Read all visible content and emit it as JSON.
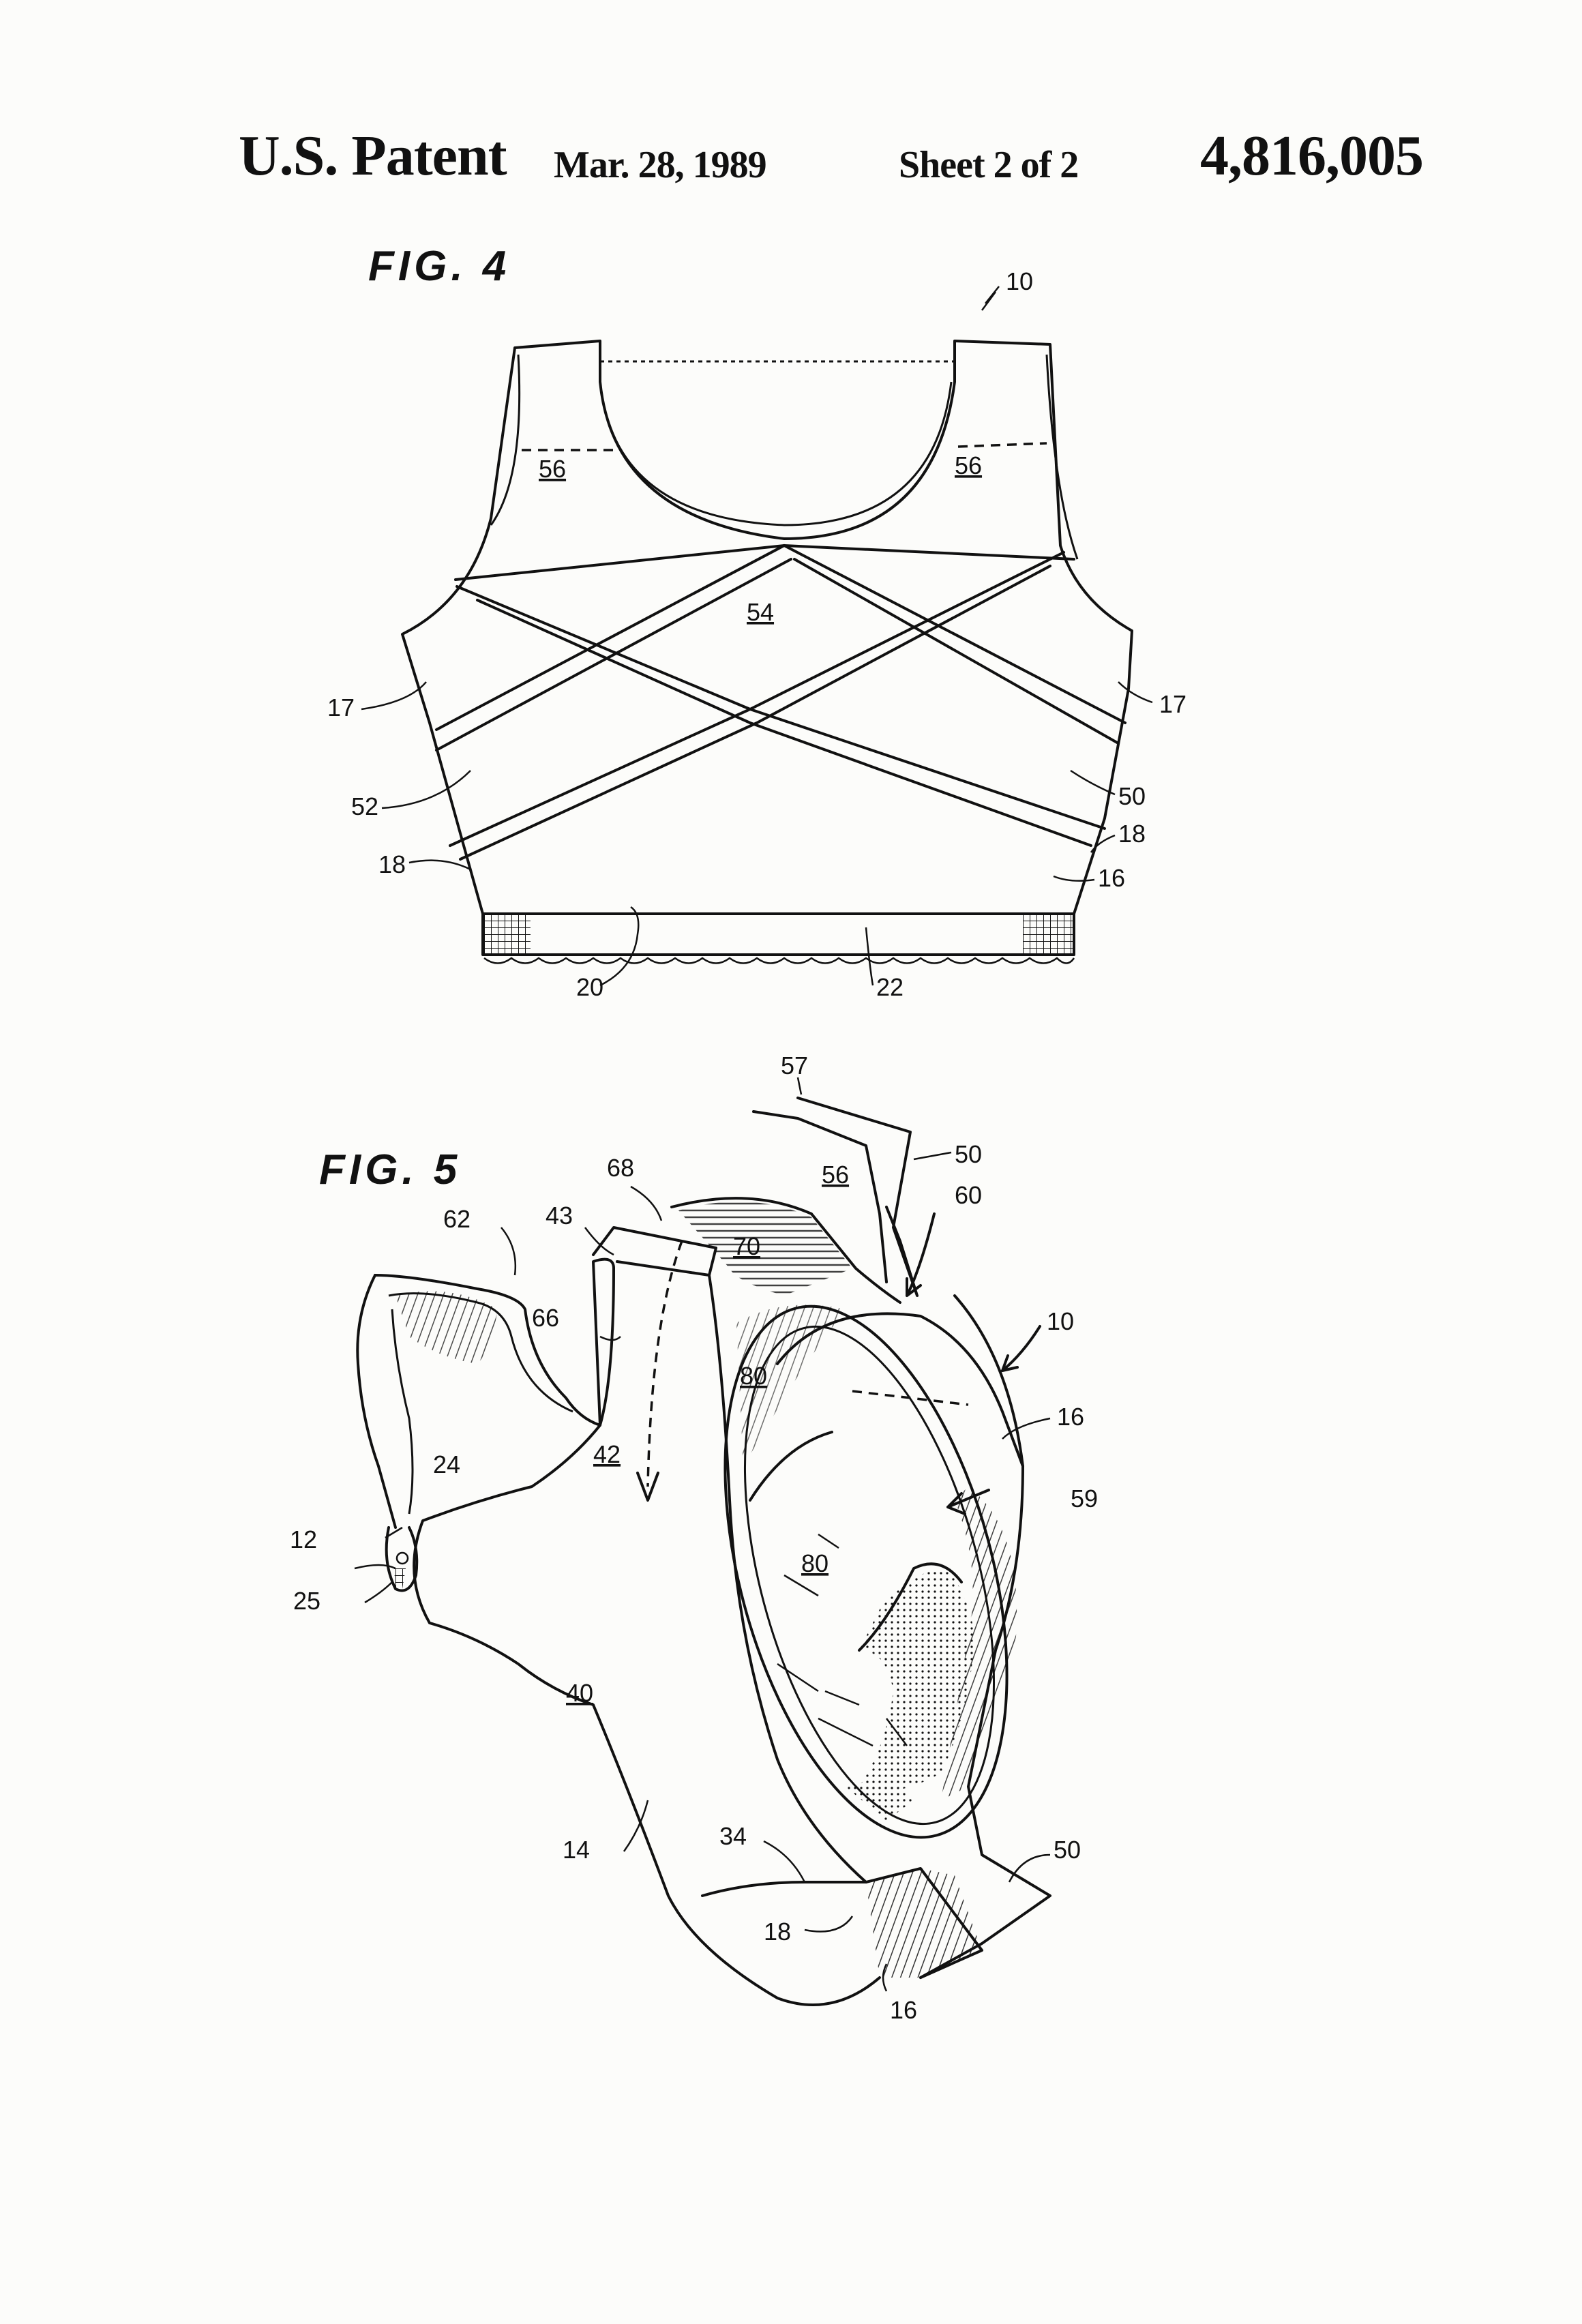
{
  "header": {
    "left": "U.S. Patent",
    "date": "Mar. 28, 1989",
    "sheet": "Sheet 2 of 2",
    "patent_number": "4,816,005"
  },
  "figures": [
    {
      "label": "FIG. 4",
      "refs": [
        "10",
        "56",
        "56",
        "54",
        "17",
        "17",
        "52",
        "50",
        "18",
        "18",
        "16",
        "20",
        "22"
      ]
    },
    {
      "label": "FIG. 5",
      "refs": [
        "57",
        "56",
        "50",
        "68",
        "60",
        "43",
        "70",
        "62",
        "66",
        "10",
        "80",
        "16",
        "42",
        "24",
        "59",
        "12",
        "80",
        "25",
        "40",
        "14",
        "34",
        "50",
        "18",
        "16"
      ]
    }
  ]
}
